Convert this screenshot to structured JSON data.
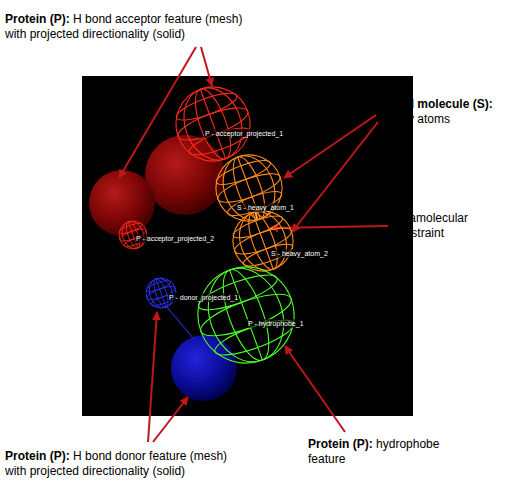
{
  "diagram": {
    "nodes": [
      {
        "text": [
          "P - acceptor_projected_1"
        ]
      },
      {
        "text": [
          "S - heavy_atom_1"
        ]
      },
      {
        "text": [
          "P - acceptor_projected_2"
        ]
      },
      {
        "text": [
          "S - heavy_atom_2"
        ]
      },
      {
        "text": [
          "P - donor_projected_1"
        ]
      },
      {
        "text": [
          "P - hydrophobe_1"
        ]
      }
    ],
    "edges": [
      {
        "from": 1,
        "to": 3,
        "arrow": "none"
      }
    ],
    "labels": [
      "Protein (P):",
      "H bond acceptor feature (mesh) with projected directionality (solid)",
      "Small molecule (S):",
      "heavy atoms",
      "Intramolecular constraint",
      "Protein (P):",
      "H bond donor feature (mesh) with projected directionality (solid)",
      "Protein (P):",
      "hydrophobe feature"
    ]
  }
}
